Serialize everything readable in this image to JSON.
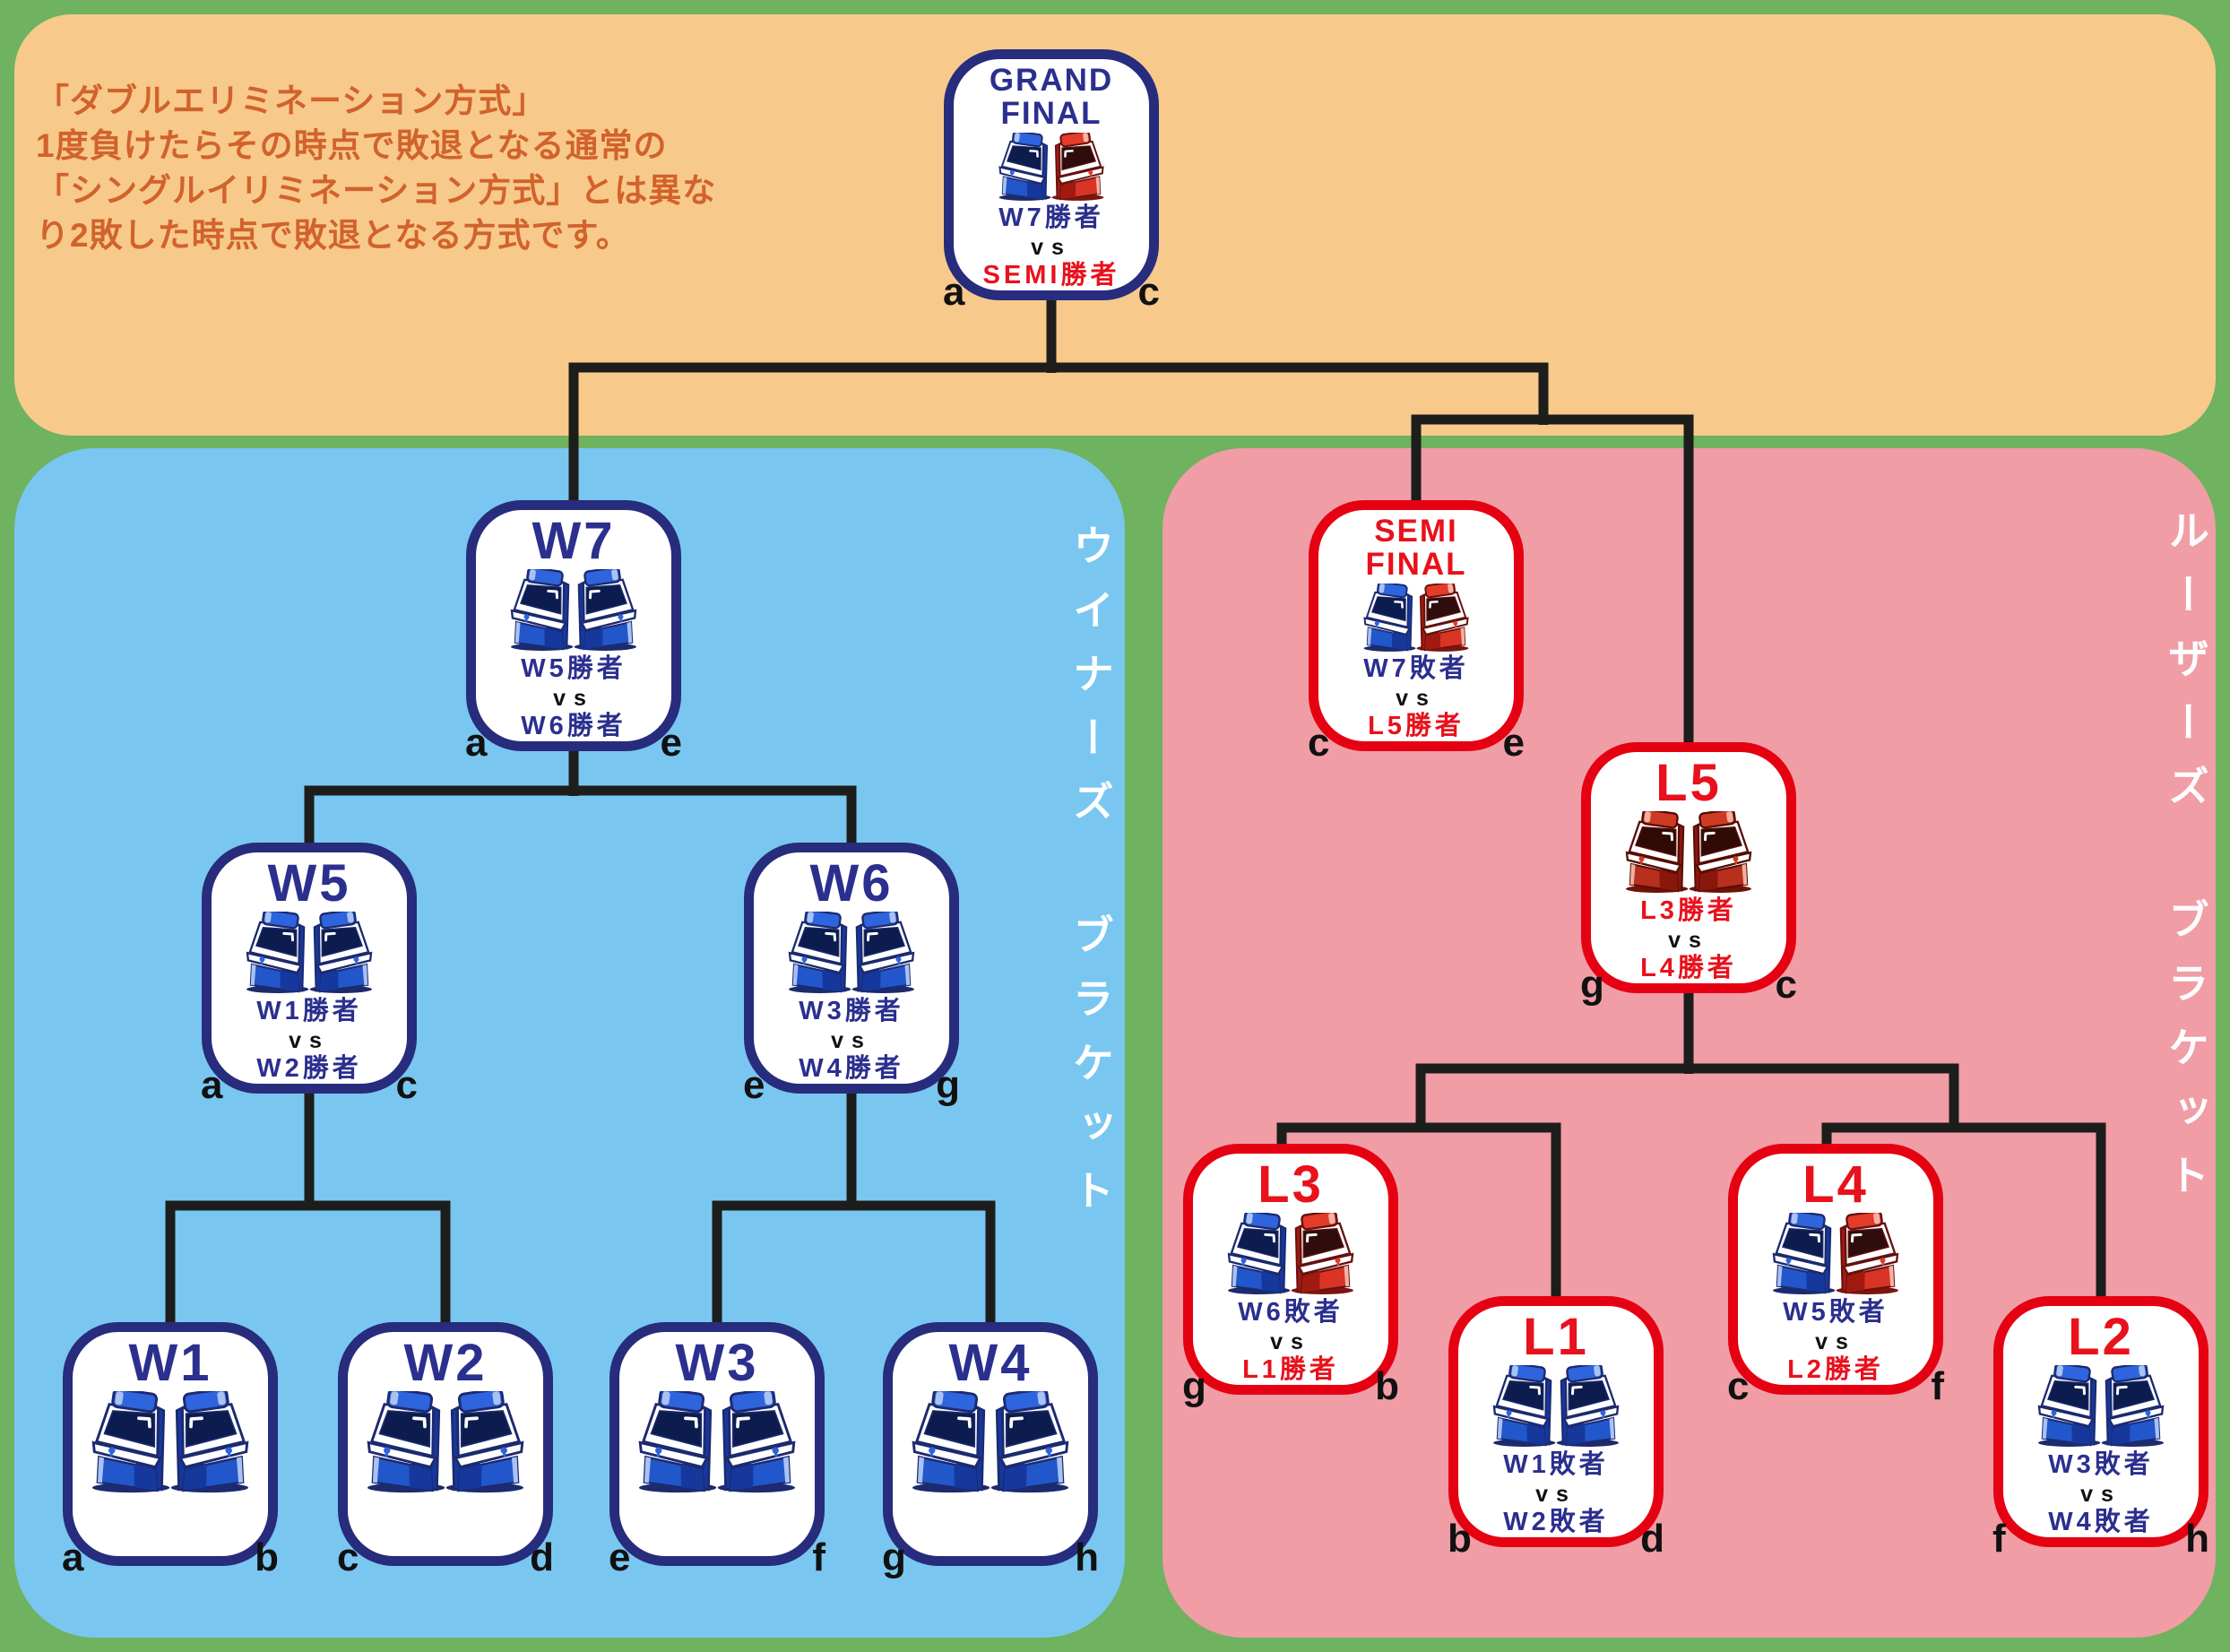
{
  "background": {
    "green": "#6fb25f",
    "orange_panel": "#f7ca8b",
    "blue_panel": "#79c7f0",
    "pink_panel": "#f09da6"
  },
  "ink": {
    "navy_border": "#272c7d",
    "red_border": "#e50012",
    "navy_text": "#2b2f8e",
    "red_text": "#e8111c",
    "vs_black": "#111111",
    "intro_orange": "#d2622c",
    "connector": "#1d1d1b",
    "corner_letter": "#111111",
    "label_white": "#ffffff"
  },
  "cabinet_schemes": {
    "blue": {
      "outline": "#1c2a6e",
      "marquee": "#2e64dd",
      "marquee_hi": "#a9c2f2",
      "screen": "#0d1c4e",
      "body": "#2257cb",
      "side": "#16389d",
      "shadow": "#1c2a6e"
    },
    "red": {
      "outline": "#641110",
      "marquee": "#e43b2a",
      "marquee_hi": "#f5b3a6",
      "screen": "#2f0d0d",
      "body": "#d93425",
      "side": "#a01a10",
      "shadow": "#7c1510"
    },
    "darkred": {
      "outline": "#560d06",
      "marquee": "#cf3b22",
      "marquee_hi": "#efb1a0",
      "screen": "#300b06",
      "body": "#b92f1d",
      "side": "#8a170c",
      "shadow": "#701208"
    }
  },
  "intro": {
    "lines": [
      "「ダブルエリミネーション方式」",
      "1度負けたらその時点で敗退となる通常の",
      "「シングルイリミネーション方式」とは異な",
      "り2敗した時点で敗退となる方式です。"
    ]
  },
  "bracket_labels": {
    "winners": "ウイナーズ ブラケット",
    "losers": "ルーザーズ ブラケット"
  },
  "nodes": [
    {
      "id": "gf",
      "title_lines": [
        "GRAND",
        "FINAL"
      ],
      "title_color": "navy",
      "border": "navy",
      "cabinets": [
        "blue",
        "red"
      ],
      "match": {
        "top": {
          "text": "W7勝者",
          "color": "navy"
        },
        "vs": "vs",
        "bottom": {
          "text": "SEMI勝者",
          "color": "red"
        }
      },
      "corner_letters": {
        "left": "a",
        "right": "c"
      }
    },
    {
      "id": "w7",
      "title_lines": [
        "W7"
      ],
      "title_color": "navy",
      "border": "navy",
      "cabinets": [
        "blue",
        "blue"
      ],
      "match": {
        "top": {
          "text": "W5勝者",
          "color": "navy"
        },
        "vs": "vs",
        "bottom": {
          "text": "W6勝者",
          "color": "navy"
        }
      },
      "corner_letters": {
        "left": "a",
        "right": "e"
      }
    },
    {
      "id": "semi",
      "title_lines": [
        "SEMI",
        "FINAL"
      ],
      "title_color": "red",
      "border": "red",
      "cabinets": [
        "blue",
        "red"
      ],
      "match": {
        "top": {
          "text": "W7敗者",
          "color": "navy"
        },
        "vs": "vs",
        "bottom": {
          "text": "L5勝者",
          "color": "red"
        }
      },
      "corner_letters": {
        "left": "c",
        "right": "e"
      }
    },
    {
      "id": "l5",
      "title_lines": [
        "L5"
      ],
      "title_color": "red",
      "border": "red",
      "cabinets": [
        "darkred",
        "darkred"
      ],
      "match": {
        "top": {
          "text": "L3勝者",
          "color": "red"
        },
        "vs": "vs",
        "bottom": {
          "text": "L4勝者",
          "color": "red"
        }
      },
      "corner_letters": {
        "left": "g",
        "right": "c"
      }
    },
    {
      "id": "w5",
      "title_lines": [
        "W5"
      ],
      "title_color": "navy",
      "border": "navy",
      "cabinets": [
        "blue",
        "blue"
      ],
      "match": {
        "top": {
          "text": "W1勝者",
          "color": "navy"
        },
        "vs": "vs",
        "bottom": {
          "text": "W2勝者",
          "color": "navy"
        }
      },
      "corner_letters": {
        "left": "a",
        "right": "c"
      }
    },
    {
      "id": "w6",
      "title_lines": [
        "W6"
      ],
      "title_color": "navy",
      "border": "navy",
      "cabinets": [
        "blue",
        "blue"
      ],
      "match": {
        "top": {
          "text": "W3勝者",
          "color": "navy"
        },
        "vs": "vs",
        "bottom": {
          "text": "W4勝者",
          "color": "navy"
        }
      },
      "corner_letters": {
        "left": "e",
        "right": "g"
      }
    },
    {
      "id": "l3",
      "title_lines": [
        "L3"
      ],
      "title_color": "red",
      "border": "red",
      "cabinets": [
        "blue",
        "red"
      ],
      "match": {
        "top": {
          "text": "W6敗者",
          "color": "navy"
        },
        "vs": "vs",
        "bottom": {
          "text": "L1勝者",
          "color": "red"
        }
      },
      "corner_letters": {
        "left": "g",
        "right": "b"
      }
    },
    {
      "id": "l4",
      "title_lines": [
        "L4"
      ],
      "title_color": "red",
      "border": "red",
      "cabinets": [
        "blue",
        "red"
      ],
      "match": {
        "top": {
          "text": "W5敗者",
          "color": "navy"
        },
        "vs": "vs",
        "bottom": {
          "text": "L2勝者",
          "color": "red"
        }
      },
      "corner_letters": {
        "left": "c",
        "right": "f"
      }
    },
    {
      "id": "l1",
      "title_lines": [
        "L1"
      ],
      "title_color": "red",
      "border": "red",
      "cabinets": [
        "blue",
        "blue"
      ],
      "match": {
        "top": {
          "text": "W1敗者",
          "color": "navy"
        },
        "vs": "vs",
        "bottom": {
          "text": "W2敗者",
          "color": "navy"
        }
      },
      "corner_letters": {
        "left": "b",
        "right": "d"
      }
    },
    {
      "id": "l2",
      "title_lines": [
        "L2"
      ],
      "title_color": "red",
      "border": "red",
      "cabinets": [
        "blue",
        "blue"
      ],
      "match": {
        "top": {
          "text": "W3敗者",
          "color": "navy"
        },
        "vs": "vs",
        "bottom": {
          "text": "W4敗者",
          "color": "navy"
        }
      },
      "corner_letters": {
        "left": "f",
        "right": "h"
      }
    },
    {
      "id": "w1",
      "title_lines": [
        "W1"
      ],
      "title_color": "navy",
      "border": "navy",
      "cabinets": [
        "blue",
        "blue"
      ],
      "match": null,
      "corner_letters": {
        "left": "a",
        "right": "b"
      }
    },
    {
      "id": "w2",
      "title_lines": [
        "W2"
      ],
      "title_color": "navy",
      "border": "navy",
      "cabinets": [
        "blue",
        "blue"
      ],
      "match": null,
      "corner_letters": {
        "left": "c",
        "right": "d"
      }
    },
    {
      "id": "w3",
      "title_lines": [
        "W3"
      ],
      "title_color": "navy",
      "border": "navy",
      "cabinets": [
        "blue",
        "blue"
      ],
      "match": null,
      "corner_letters": {
        "left": "e",
        "right": "f"
      }
    },
    {
      "id": "w4",
      "title_lines": [
        "W4"
      ],
      "title_color": "navy",
      "border": "navy",
      "cabinets": [
        "blue",
        "blue"
      ],
      "match": null,
      "corner_letters": {
        "left": "g",
        "right": "h"
      }
    }
  ]
}
